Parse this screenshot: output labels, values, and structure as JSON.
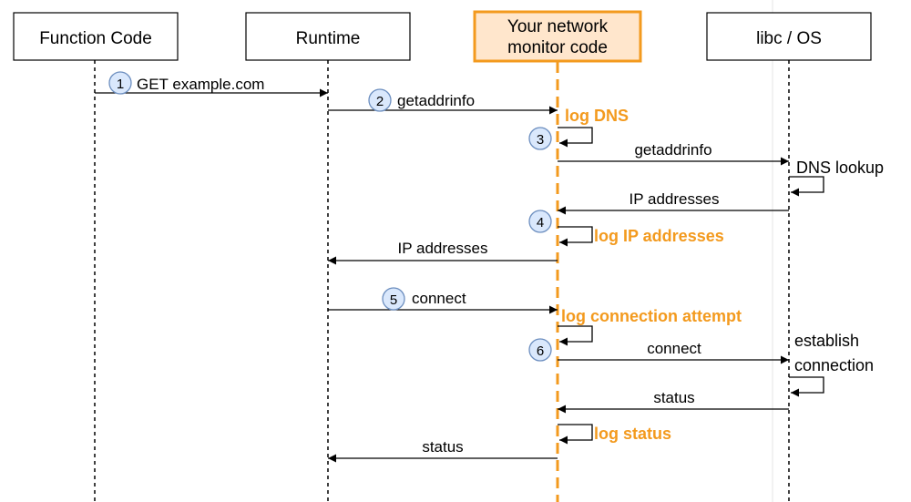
{
  "participants": [
    {
      "id": "function",
      "label_lines": [
        "Function Code"
      ]
    },
    {
      "id": "runtime",
      "label_lines": [
        "Runtime"
      ]
    },
    {
      "id": "monitor",
      "label_lines": [
        "Your network",
        "monitor code"
      ]
    },
    {
      "id": "libc",
      "label_lines": [
        "libc / OS"
      ]
    }
  ],
  "messages": [
    {
      "id": "m1",
      "from": "function",
      "to": "runtime",
      "label": "GET example.com",
      "step": "1"
    },
    {
      "id": "m2",
      "from": "runtime",
      "to": "monitor",
      "label": "getaddrinfo",
      "step": "2"
    },
    {
      "id": "m3",
      "from": "monitor",
      "to": "libc",
      "label": "getaddrinfo"
    },
    {
      "id": "m4",
      "from": "libc",
      "to": "monitor",
      "label": "IP addresses"
    },
    {
      "id": "m5",
      "from": "monitor",
      "to": "runtime",
      "label": "IP addresses"
    },
    {
      "id": "m6",
      "from": "runtime",
      "to": "monitor",
      "label": "connect",
      "step": "5"
    },
    {
      "id": "m7",
      "from": "monitor",
      "to": "libc",
      "label": "connect"
    },
    {
      "id": "m8",
      "from": "libc",
      "to": "monitor",
      "label": "status"
    },
    {
      "id": "m9",
      "from": "monitor",
      "to": "runtime",
      "label": "status"
    }
  ],
  "self_messages": [
    {
      "id": "s1",
      "on": "monitor",
      "label_lines": [
        "log DNS"
      ],
      "style": "highlight",
      "step": "3"
    },
    {
      "id": "s2",
      "on": "libc",
      "label_lines": [
        "DNS lookup"
      ],
      "style": "normal"
    },
    {
      "id": "s3",
      "on": "monitor",
      "label_lines": [
        "log IP addresses"
      ],
      "style": "highlight",
      "step": "4"
    },
    {
      "id": "s4",
      "on": "monitor",
      "label_lines": [
        "log connection attempt"
      ],
      "style": "highlight",
      "step": "6"
    },
    {
      "id": "s5",
      "on": "libc",
      "label_lines": [
        "establish",
        "connection"
      ],
      "style": "normal"
    },
    {
      "id": "s6",
      "on": "monitor",
      "label_lines": [
        "log status"
      ],
      "style": "highlight"
    }
  ],
  "colors": {
    "accent": "#f39a1e",
    "box_fill_highlight": "#ffe6cc",
    "step_circle_fill": "#dae8fc",
    "step_circle_stroke": "#6c8ebf",
    "line": "#000000"
  }
}
